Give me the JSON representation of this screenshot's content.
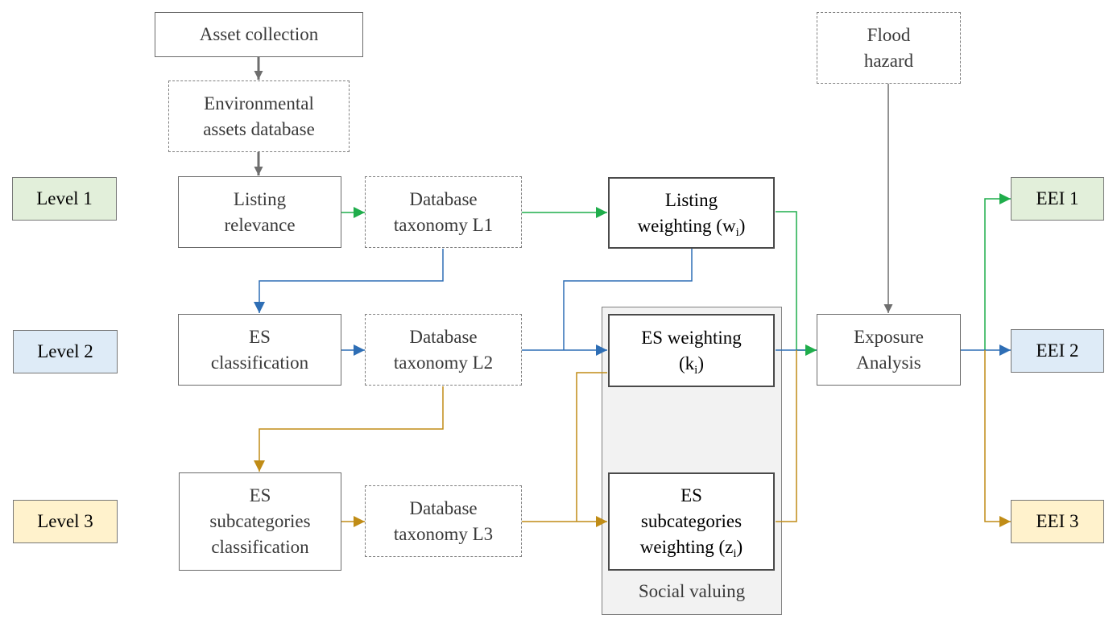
{
  "colors": {
    "gray": "#6e6e6e",
    "green": "#1fad4b",
    "blue": "#2e6eb5",
    "gold": "#c08c16",
    "level1_fill": "#e2efda",
    "level2_fill": "#deebf7",
    "level3_fill": "#fff2cc",
    "social_valuing_fill": "#f2f2f2"
  },
  "levels": [
    "Level 1",
    "Level 2",
    "Level 3"
  ],
  "outputs": [
    "EEI 1",
    "EEI 2",
    "EEI 3"
  ],
  "top": {
    "asset_collection": "Asset collection",
    "env_db": [
      "Environmental",
      "assets database"
    ],
    "flood_hazard": [
      "Flood",
      "hazard"
    ]
  },
  "row1": {
    "listing_relevance": [
      "Listing",
      "relevance"
    ],
    "taxonomy": [
      "Database",
      "taxonomy L1"
    ],
    "weighting_line1": "Listing",
    "weighting_line2": "weighting (w",
    "weighting_sub": "i",
    "weighting_close": ")"
  },
  "row2": {
    "classification": [
      "ES",
      "classification"
    ],
    "taxonomy": [
      "Database",
      "taxonomy L2"
    ],
    "weighting_line1": "ES weighting",
    "weighting_line2": "(k",
    "weighting_sub": "i",
    "weighting_close": ")"
  },
  "row3": {
    "classification": [
      "ES",
      "subcategories",
      "classification"
    ],
    "taxonomy": [
      "Database",
      "taxonomy L3"
    ],
    "weighting_line1": "ES",
    "weighting_line2": "subcategories",
    "weighting_line3": "weighting (z",
    "weighting_sub": "i",
    "weighting_close": ")"
  },
  "exposure": [
    "Exposure",
    "Analysis"
  ],
  "social_valuing": "Social valuing"
}
